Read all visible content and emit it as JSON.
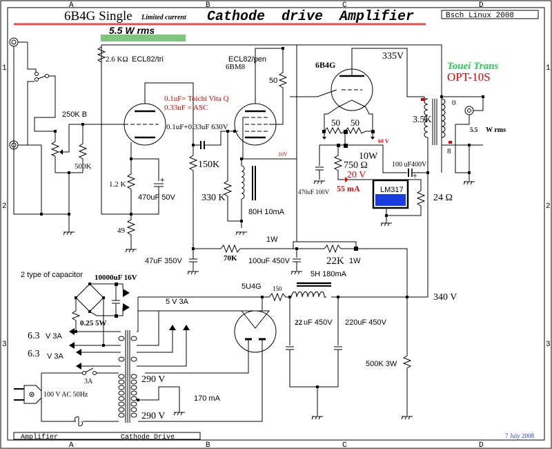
{
  "document": {
    "title_part1": "6B4G Single",
    "title_part2": "Limited current",
    "title_part3": "Cathode  drive  Amplifier",
    "output_power_banner": "5.5 W rms",
    "software_badge": "Bsch Linux 2008",
    "footer_left": "Amplifier",
    "footer_right": "Cathode Drive",
    "date": "7 July 2008",
    "colors": {
      "title_underline": "#e84c4c",
      "banner_bar": "#7fc47f",
      "brand_green": "#22cc55",
      "accent_red": "#e00000",
      "regulator_fill": "#1a3de0",
      "date_blue": "#2244dd"
    }
  },
  "grid": {
    "columns": [
      "A",
      "B",
      "C",
      "D"
    ],
    "rows": [
      "1",
      "2",
      "3"
    ]
  },
  "tubes": {
    "input": "ECL82/tri",
    "driver_line1": "ECL82/pen",
    "driver_line2": "6BM8",
    "output": "6B4G",
    "rectifier": "5U4G",
    "regulator": "LM317"
  },
  "transformer": {
    "brand": "Touei Trans",
    "model": "OPT-10S",
    "primary": "3.5K",
    "tap_0": "0",
    "tap_8": "8",
    "output_label_num": "5.5",
    "output_label_unit": "W rms"
  },
  "labels": {
    "plate_load": "2.6 KΩ",
    "volume": "250K B",
    "grid_leak": "500K",
    "cathode_r": "1.2 K",
    "cathode_cap": "470uF 50V",
    "r49": "49",
    "coupling_note1": "0.1uF= Toichi Vita Q",
    "coupling_note2": "0.33uF = ASC",
    "coupling_cap": "0.1uF+0.33uF 630V",
    "r150k": "150K",
    "r330k": "330 K",
    "choke80": "80H 10mA",
    "r50_screen": "50",
    "v10": "10V",
    "v335": "335V",
    "r50a": "50",
    "r50b": "50",
    "v60": "60 V",
    "w10": "10W",
    "r750": "750 Ω",
    "v20": "20 V",
    "ma55": "55 mA",
    "cap470_100": "470uF 100V",
    "cap100_400": "100 uF400V",
    "r24": "24 Ω",
    "w1_top": "1W",
    "cap47": "47uF 350V",
    "r70k": "70K",
    "cap100_450": "100uF 450V",
    "r22k": "22K",
    "w1_22k": "1W",
    "choke5h": "5H 180mA",
    "r150": "150",
    "v340": "340 V",
    "cap22": "22",
    "cap22_rest": "uF 450V",
    "cap220": "220uF 450V",
    "r500k3w": "500K 3W",
    "cap_note": "2 type of capacitor",
    "cap10000": "10000uF 16V",
    "r025": "0.25 5W",
    "heater1_v": "6.3",
    "heater1_a": "V 3A",
    "heater2_v": "6.3",
    "heater2_a": "V 3A",
    "rect_heater": "5 V 3A",
    "fuse": "3A",
    "mains": "100 V AC 50Hz",
    "hv1": "290 V",
    "hv2": "290 V",
    "ma170": "170 mA"
  }
}
